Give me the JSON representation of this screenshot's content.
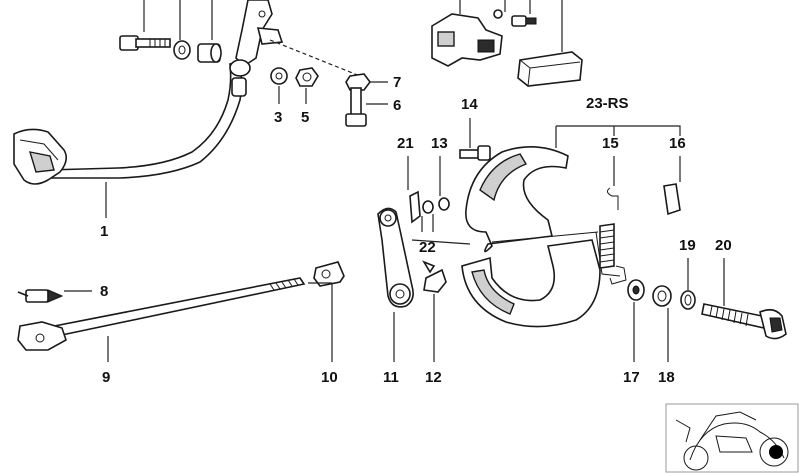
{
  "labels": {
    "p1": "1",
    "p3": "3",
    "p5": "5",
    "p6": "6",
    "p7": "7",
    "p8": "8",
    "p9": "9",
    "p10": "10",
    "p11": "11",
    "p12": "12",
    "p13": "13",
    "p14": "14",
    "p15": "15",
    "p16": "16",
    "p17": "17",
    "p18": "18",
    "p19": "19",
    "p20": "20",
    "p21": "21",
    "p22": "22",
    "p23": "23-RS"
  },
  "colors": {
    "ink": "#1a1a1a",
    "shade": "#cfcfcf",
    "marker": "#000000"
  },
  "thumbnail": {
    "icon": "motorcycle-location-icon"
  }
}
